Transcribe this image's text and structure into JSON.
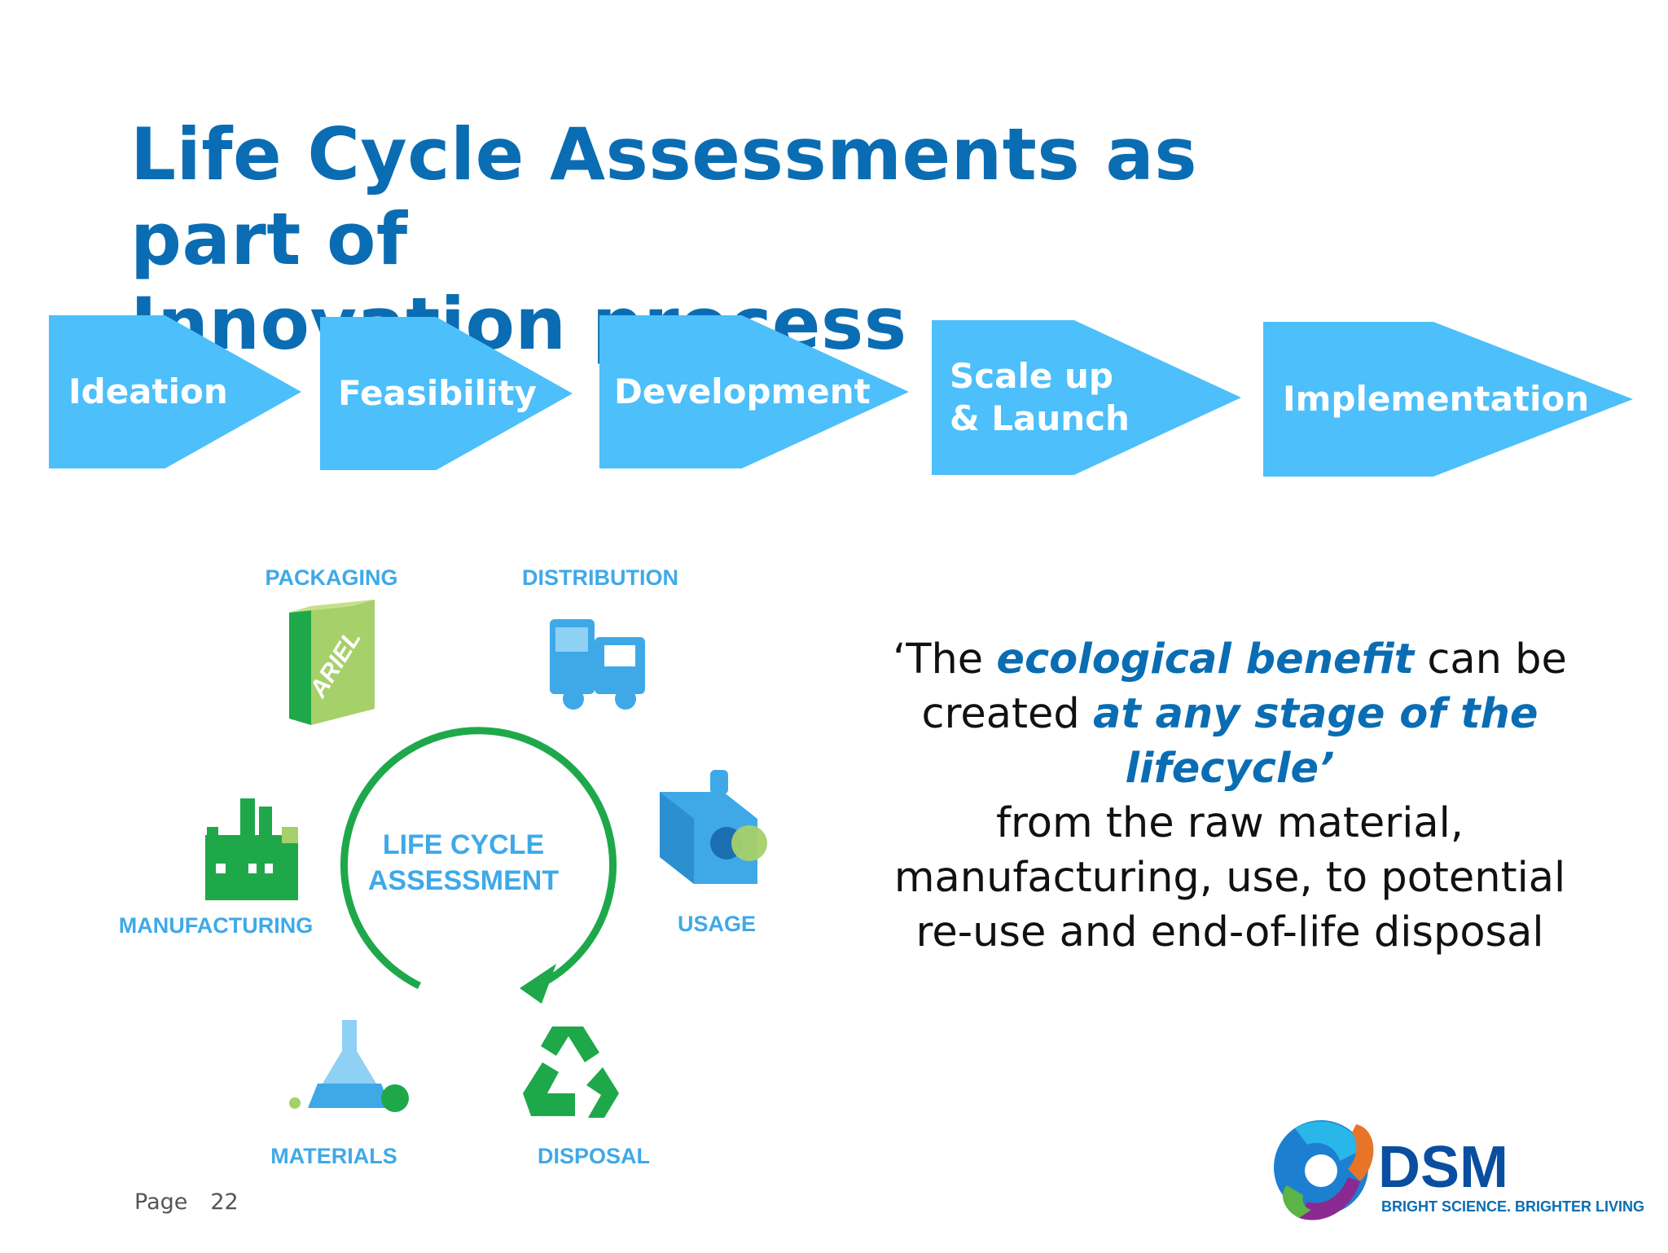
{
  "title": {
    "line1": "Life Cycle Assessments as part of",
    "line2": "Innovation process"
  },
  "process_steps": [
    {
      "label": "Ideation"
    },
    {
      "label": "Feasibility"
    },
    {
      "label": "Development"
    },
    {
      "label_line1": "Scale up",
      "label_line2": "& Launch"
    },
    {
      "label": "Implementation"
    }
  ],
  "diagram": {
    "center_line1": "LIFE CYCLE",
    "center_line2": "ASSESSMENT",
    "stages": {
      "packaging": "PACKAGING",
      "distribution": "DISTRIBUTION",
      "usage": "USAGE",
      "disposal": "DISPOSAL",
      "materials": "MATERIALS",
      "manufacturing": "MANUFACTURING"
    },
    "box_brand": "ARIEL",
    "colors": {
      "green": "#1ea84a",
      "light_green": "#a6d06a",
      "blue": "#3fa9e8"
    }
  },
  "quote": {
    "p1": "‘The ",
    "e1": "ecological benefit",
    "p2": " can be created ",
    "e2": "at any stage of the lifecycle’",
    "p3": "from the raw material, manufacturing, use, to potential re-use and end-of-life disposal"
  },
  "footer": {
    "page_label": "Page",
    "page_number": "22"
  },
  "logo": {
    "name": "DSM",
    "tagline": "BRIGHT SCIENCE. BRIGHTER LIVING."
  },
  "colors": {
    "title": "#0a6db3",
    "chevron": "#4dbffa",
    "accent_text": "#0a6db3",
    "logo_blue": "#0a4ea0"
  }
}
